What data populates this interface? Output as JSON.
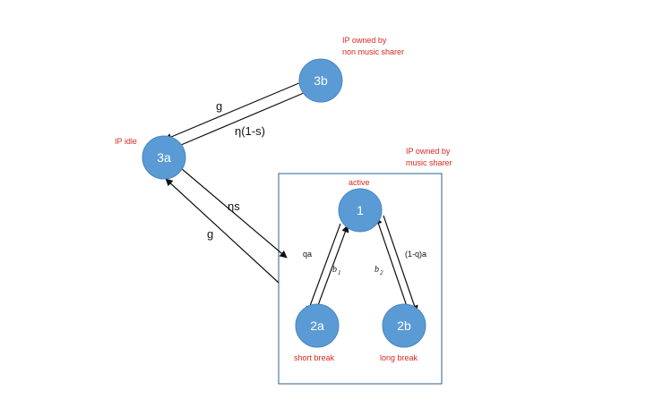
{
  "nodes": {
    "n3b": {
      "label": "3b"
    },
    "n3a": {
      "label": "3a"
    },
    "n1": {
      "label": "1"
    },
    "n2a": {
      "label": "2a"
    },
    "n2b": {
      "label": "2b"
    }
  },
  "notes": {
    "ip_non_sharer_line1": "IP owned by",
    "ip_non_sharer_line2": "non music sharer",
    "ip_idle": "IP idle",
    "ip_sharer_line1": "IP owned by",
    "ip_sharer_line2": "music sharer",
    "active": "active",
    "short_break": "short break",
    "long_break": "long break"
  },
  "edges": {
    "g_top": "g",
    "eta_one_minus_s": "η(1-s)",
    "eta_s": "ηs",
    "g_bottom": "g",
    "qa": "qa",
    "b1_base": "b",
    "b1_sub": "1",
    "b2_base": "b",
    "b2_sub": "2",
    "one_minus_q_a": "(1-q)a"
  },
  "colors": {
    "node_fill": "#5b9bd5",
    "note_red": "#d9281f",
    "line": "#111111"
  }
}
